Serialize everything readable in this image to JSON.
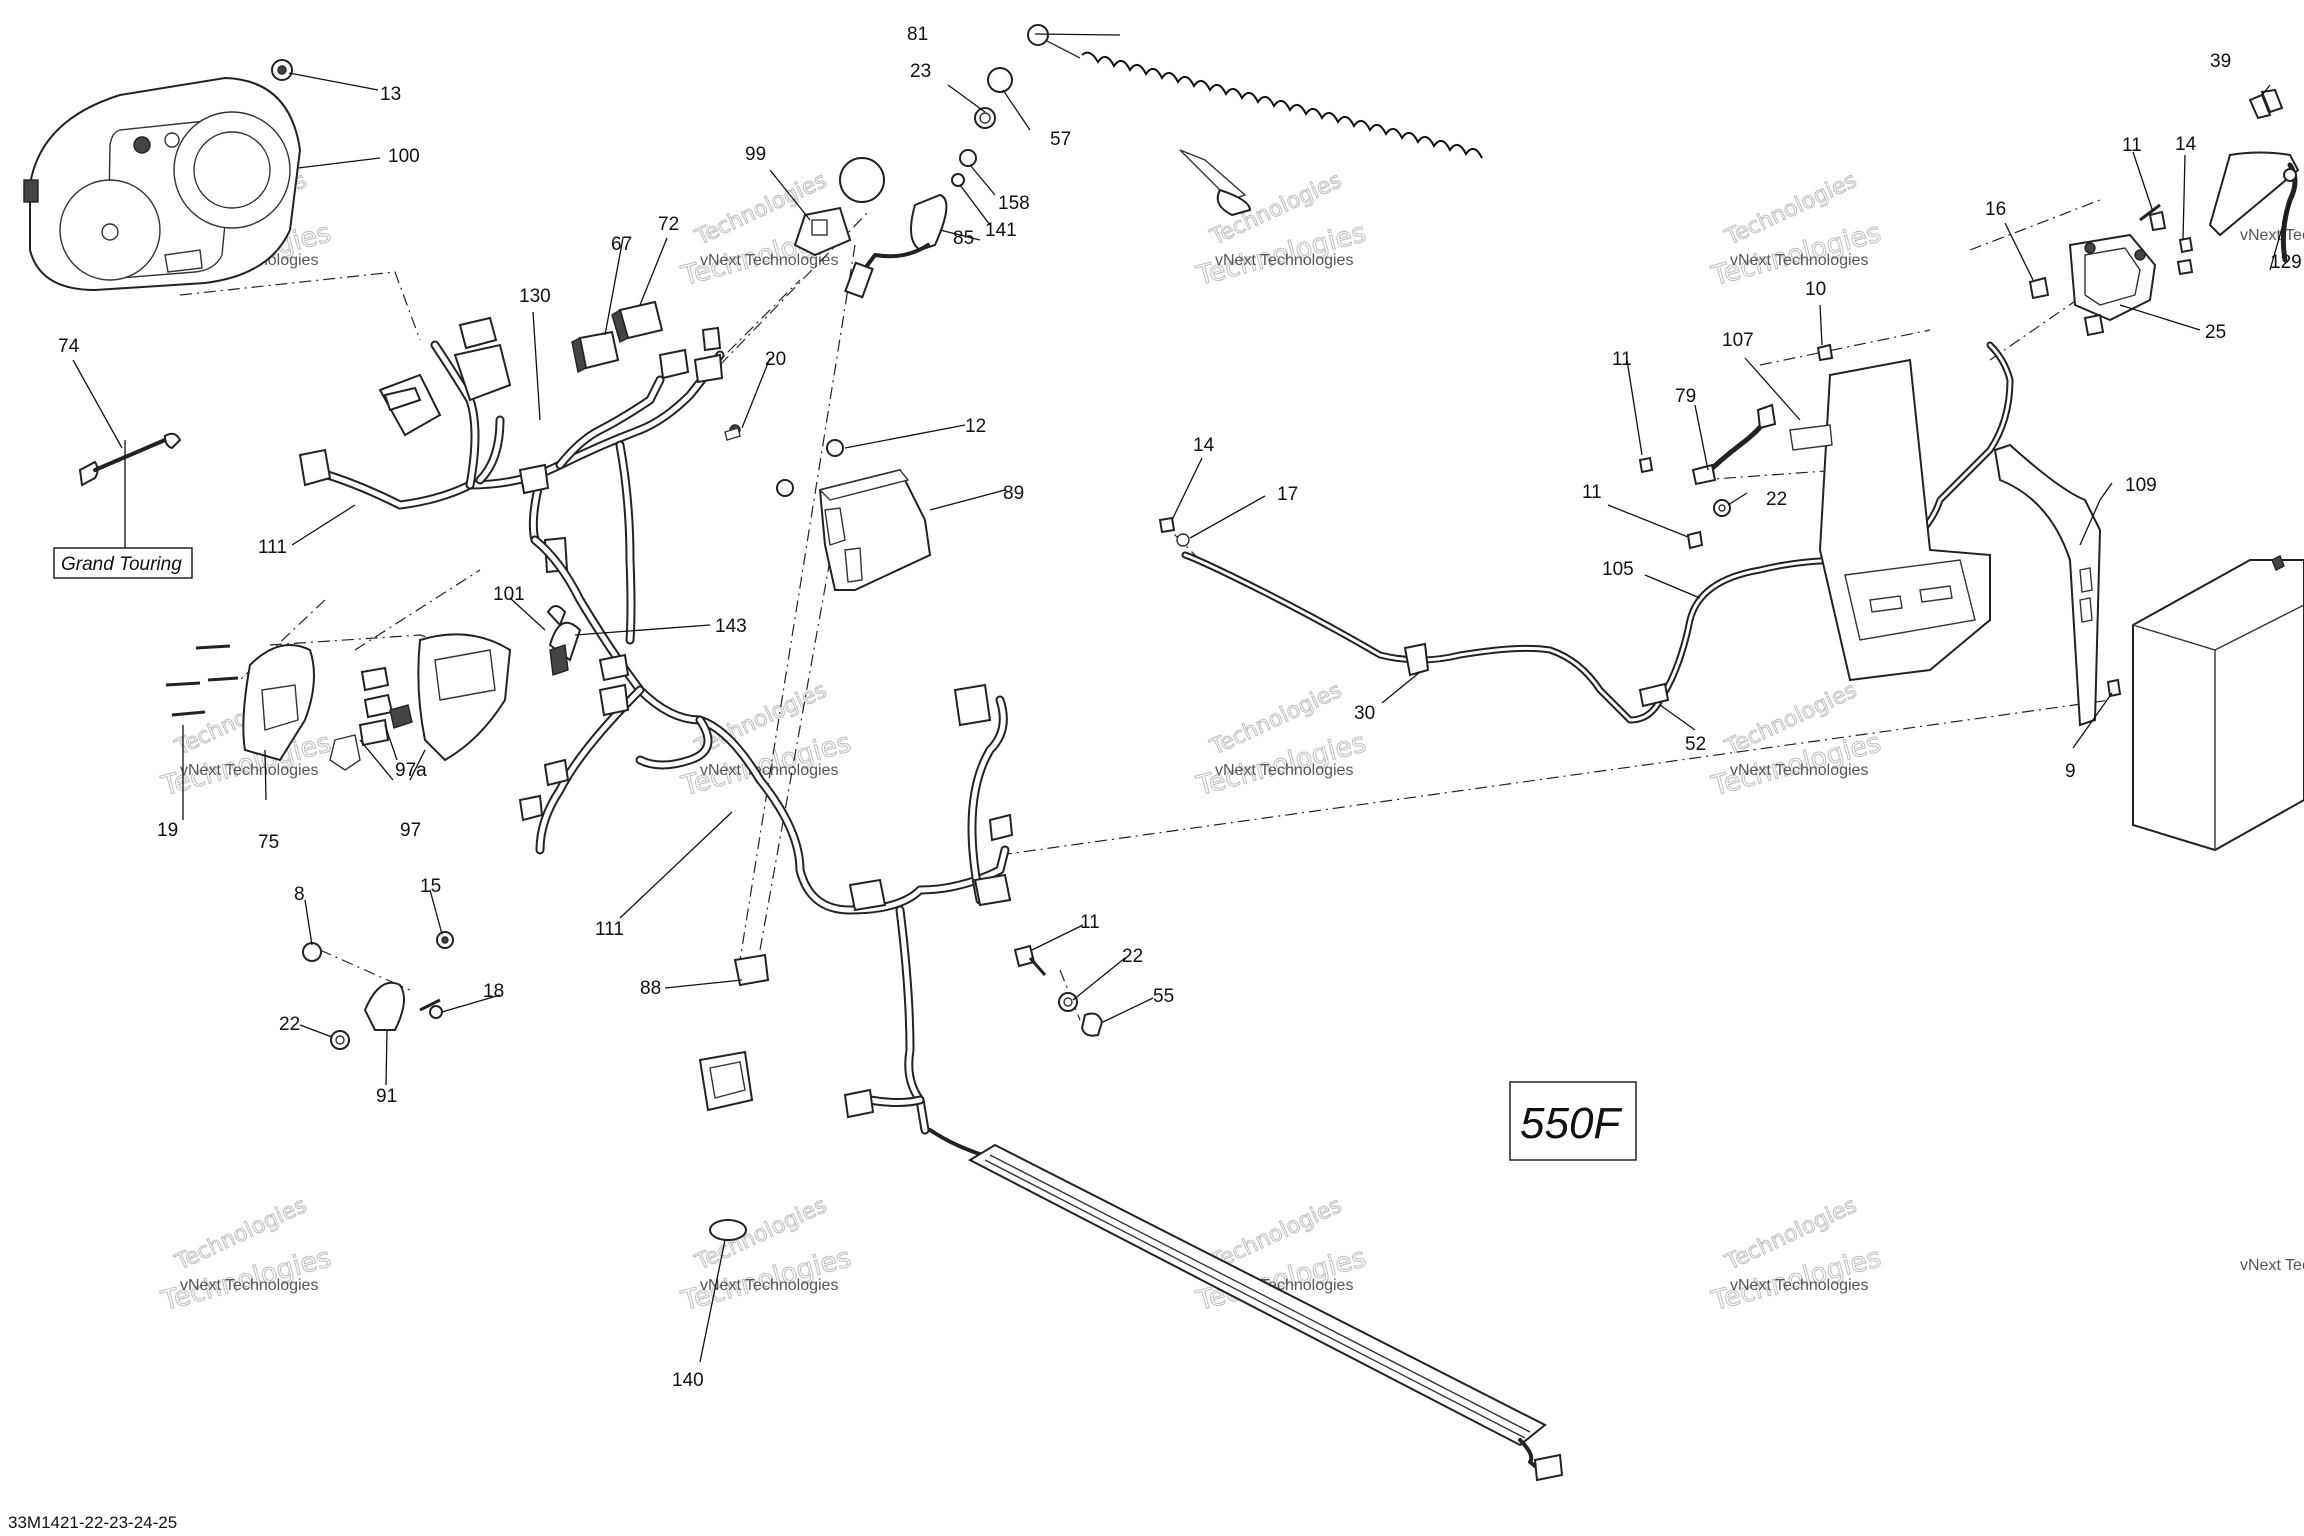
{
  "diagram": {
    "id": "33M1421-22-23-24-25",
    "model_label": "550F",
    "variant_label": "Grand Touring",
    "watermark_line1": "vNext Technologies",
    "watermark_line2": "Technologies"
  },
  "callouts": {
    "c13": "13",
    "c100": "100",
    "c81": "81",
    "c23": "23",
    "c57": "57",
    "c99": "99",
    "c158": "158",
    "c141": "141",
    "c85": "85",
    "c67": "67",
    "c72": "72",
    "c130": "130",
    "c20": "20",
    "c74": "74",
    "c111a": "111",
    "c12": "12",
    "c89": "89",
    "c101": "101",
    "c143": "143",
    "c19": "19",
    "c75": "75",
    "c97a": "97a",
    "c97": "97",
    "c111b": "111",
    "c8": "8",
    "c15": "15",
    "c18": "18",
    "c22a": "22",
    "c91": "91",
    "c88": "88",
    "c11a": "11",
    "c22b": "22",
    "c55": "55",
    "c140": "140",
    "c14a": "14",
    "c17": "17",
    "c30": "30",
    "c52": "52",
    "c105": "105",
    "c11b": "11",
    "c79": "79",
    "c22c": "22",
    "c11c": "11",
    "c107": "107",
    "c10": "10",
    "c109": "109",
    "c9": "9",
    "c39": "39",
    "c11d": "11",
    "c14b": "14",
    "c16": "16",
    "c25": "25",
    "c129": "129"
  }
}
